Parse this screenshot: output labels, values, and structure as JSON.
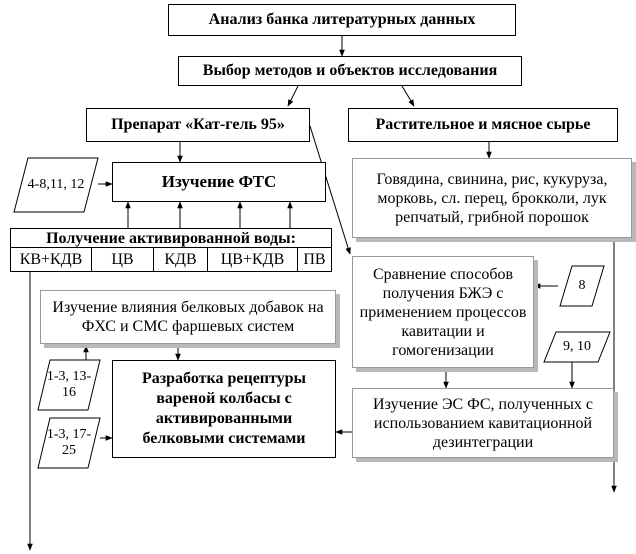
{
  "boxes": {
    "analysis": "Анализ банка литературных данных",
    "methods": "Выбор методов и объектов исследования",
    "preparation": "Препарат «Кат-гель 95»",
    "raw_material": "Растительное и мясное сырье",
    "raw_list": "Говядина, свинина, рис, кукуруза, морковь, сл. перец, брокколи, лук репчатый, грибной порошок",
    "fts": "Изучение ФТС",
    "water_title": "Получение активированной воды:",
    "water_types": [
      "КВ+КДВ",
      "ЦВ",
      "КДВ",
      "ЦВ+КДВ",
      "ПВ"
    ],
    "protein_study": "Изучение влияния белковых добавок на ФХС и СМС фаршевых систем",
    "comparison": "Сравнение способов получения БЖЭ с применением процессов кавитации и гомогенизации",
    "recipe": "Разработка рецептуры вареной колбасы с активированными белковыми системами",
    "es_study": "Изучение ЭС ФС, полученных с использованием кавитационной дезинтеграции"
  },
  "refs": {
    "r1": "4-8,11, 12",
    "r2": "8",
    "r3": "9, 10",
    "r4": "1-3, 13-16",
    "r5": "1-3, 17-25"
  }
}
